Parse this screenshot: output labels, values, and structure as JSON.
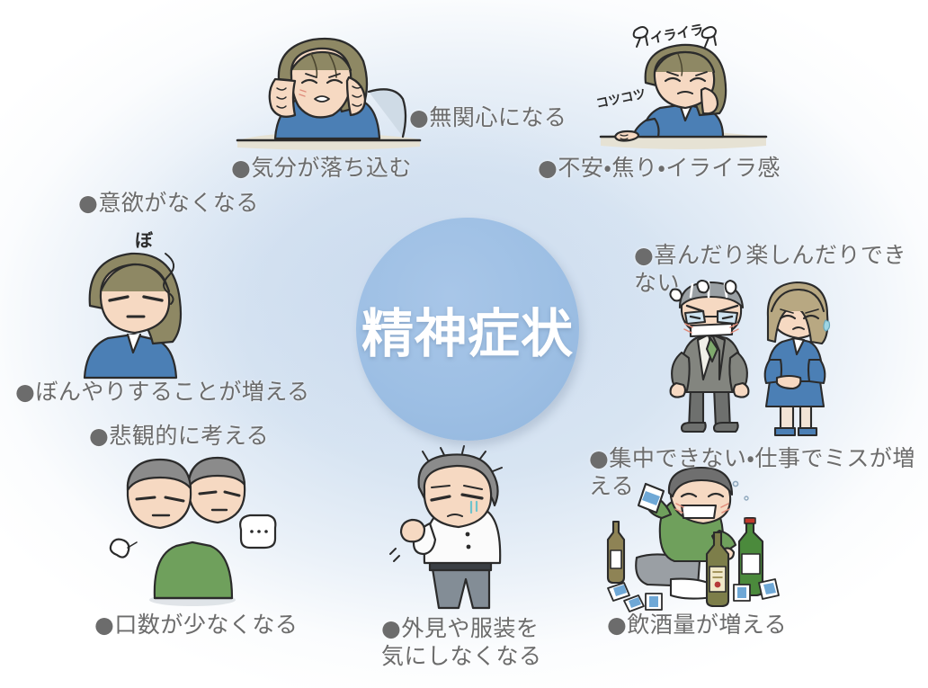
{
  "page": {
    "title": "精神症状",
    "center_label": "精神症状",
    "accent_circle_color": "#9dbfe4",
    "label_color": "#6c6c6c",
    "background_color": "#ffffff",
    "wash_color": "#cedde f"
  },
  "symptoms": [
    {
      "id": "depressed-mood",
      "bullet": "●",
      "text": "●気分が落ち込む",
      "illustration": "woman-head-in-hands-at-desk"
    },
    {
      "id": "apathy",
      "bullet": "●",
      "text": "●無関心になる",
      "illustration": ""
    },
    {
      "id": "anxiety-irritation",
      "bullet": "●",
      "text": "●不安・焦り・イライラ感",
      "illustration": "woman-irritated-at-desk"
    },
    {
      "id": "loss-of-motivation",
      "bullet": "●",
      "text": "●意欲がなくなる",
      "illustration": "woman-blank-stare"
    },
    {
      "id": "cannot-enjoy",
      "bullet": "●",
      "text": "●喜んだり楽しんだりできない",
      "illustration": ""
    },
    {
      "id": "spacing-out",
      "bullet": "●",
      "text": "●ぼんやりすることが増える",
      "illustration": ""
    },
    {
      "id": "pessimistic-thinking",
      "bullet": "●",
      "text": "●悲観的に考える",
      "illustration": "man-sighing-two-heads"
    },
    {
      "id": "cannot-concentrate",
      "bullet": "●",
      "text": "●集中できない・仕事でミスが増える",
      "illustration": "boss-scolding-employee"
    },
    {
      "id": "less-talkative",
      "bullet": "●",
      "text": "●口数が少なくなる",
      "illustration": ""
    },
    {
      "id": "neglect-appearance",
      "bullet": "●",
      "text": "●外見や服装を\n気にしなくなる",
      "illustration": "unkempt-man-in-shirt"
    },
    {
      "id": "increased-drinking",
      "bullet": "●",
      "text": "●飲酒量が増える",
      "illustration": "man-drinking-among-bottles"
    }
  ],
  "sound_effects": [
    {
      "id": "irritated-sfx",
      "text": "イライラ"
    },
    {
      "id": "tapping-sfx",
      "text": "コツコツ"
    },
    {
      "id": "blank-sfx",
      "text": "ぼ"
    }
  ]
}
